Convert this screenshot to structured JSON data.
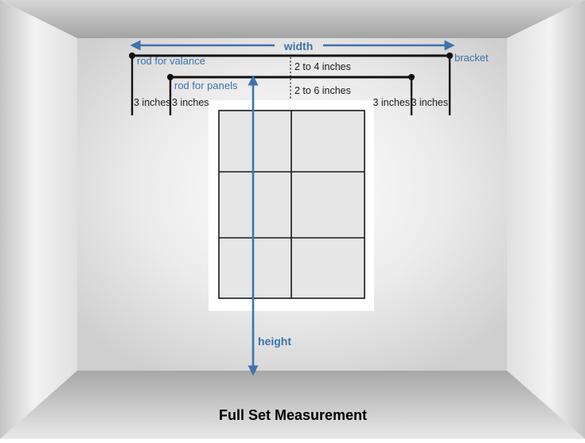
{
  "labels": {
    "width": "width",
    "rod_for_valance": "rod for valance",
    "bracket": "bracket",
    "rod_for_panels": "rod for panels",
    "valance_projection": "2 to 4 inches",
    "panel_projection": "2 to 6 inches",
    "extension_left_outer": "3 inches",
    "extension_left_inner": "3 inches",
    "extension_right_inner": "3 inches",
    "extension_right_outer": "3 inches",
    "height": "height",
    "caption": "Full Set Measurement"
  },
  "colors": {
    "measurement_blue": "#3d73ad",
    "rod_black": "#111111",
    "wall_gray": "#d2d2d2",
    "ceiling_gray": "#a9a9a9",
    "floor_gray": "#b3b3b3",
    "window_frame": "#ffffff",
    "window_pane": "#e6e6e6"
  }
}
